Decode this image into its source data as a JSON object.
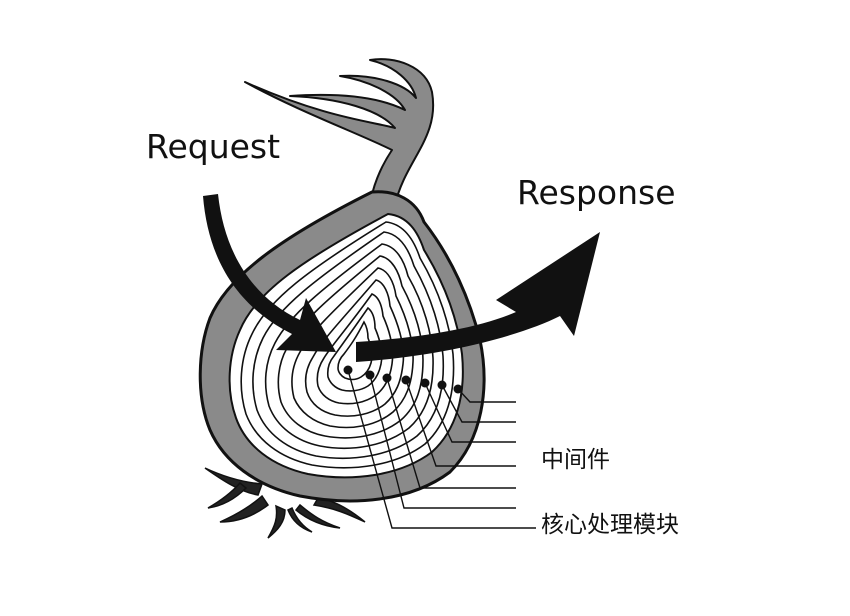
{
  "labels": {
    "request": "Request",
    "response": "Response",
    "middleware": "中间件",
    "core_module": "核心处理模块"
  },
  "colors": {
    "onion_skin": "#8a8a8a",
    "rings": "#ffffff",
    "stroke": "#111111",
    "arrow": "#111111",
    "background": "#ffffff"
  },
  "layers": {
    "dot_count": 7
  }
}
